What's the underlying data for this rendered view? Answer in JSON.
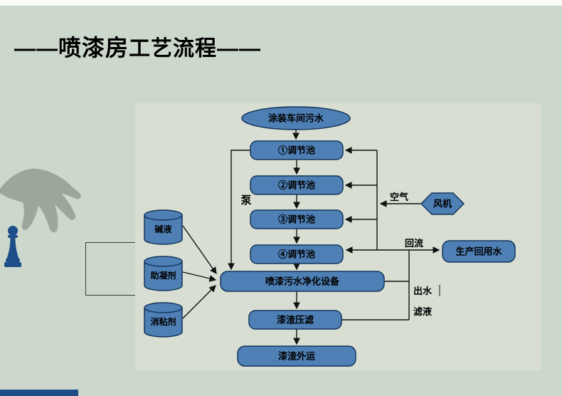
{
  "title": {
    "dash_left": "——",
    "emphasis": "喷漆房",
    "rest": "工艺流程",
    "dash_right": "——"
  },
  "colors": {
    "page_bg": "#ccd8cc",
    "panel_bg": "#d8dfd2",
    "shape_fill": "#4e7fb5",
    "shape_stroke": "#16365c",
    "accent_dark": "#1d4e89",
    "hand_gray": "#9da69b"
  },
  "diagram": {
    "source_label": "涂装车间污水",
    "tanks": [
      "①调节池",
      "②调节池",
      "③调节池",
      "④调节池"
    ],
    "purifier_label": "喷漆污水净化设备",
    "press_label": "漆渣压滤",
    "transport_label": "漆渣外运",
    "reuse_label": "生产回用水",
    "fan_label": "风机",
    "chemicals": [
      "碱液",
      "助凝剂",
      "消粘剂"
    ],
    "flow_labels": {
      "pump": "泵",
      "air": "空气",
      "reflux": "回流",
      "outflow": "出水",
      "filtrate": "滤液"
    }
  }
}
